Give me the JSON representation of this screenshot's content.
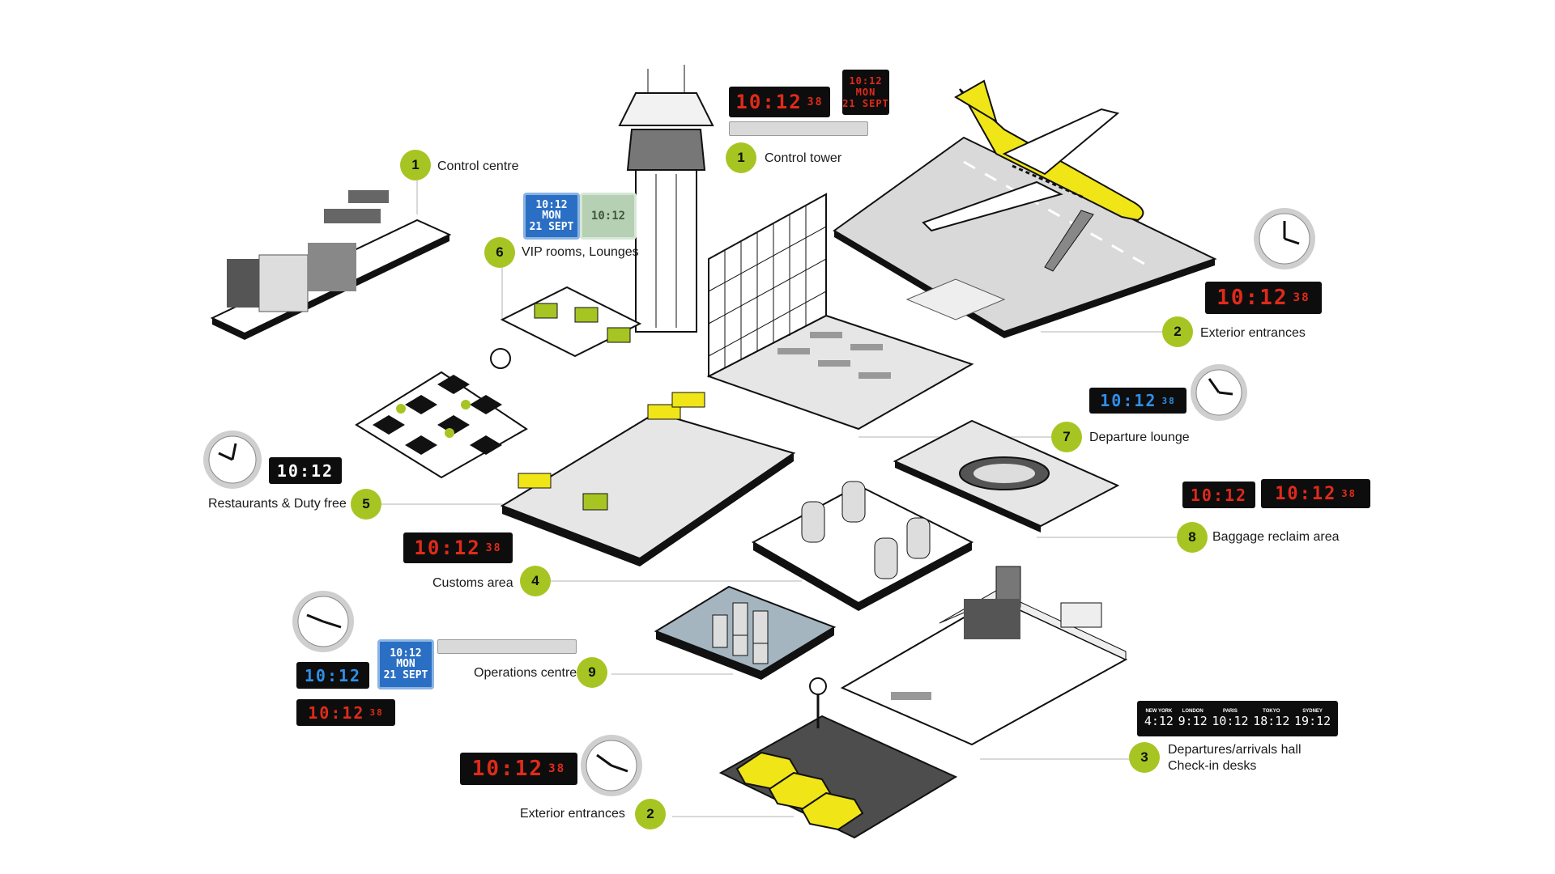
{
  "colors": {
    "accent": "#a6c523",
    "plane": "#f0e516",
    "led_red": "#e02a1a",
    "led_blue": "#2f8fe8"
  },
  "zones": [
    {
      "id": "control-centre",
      "number": "1",
      "label": "Control centre"
    },
    {
      "id": "control-tower",
      "number": "1",
      "label": "Control tower"
    },
    {
      "id": "vip-rooms",
      "number": "6",
      "label": "VIP rooms, Lounges"
    },
    {
      "id": "exterior-entrances-top",
      "number": "2",
      "label": "Exterior entrances"
    },
    {
      "id": "departure-lounge",
      "number": "7",
      "label": "Departure lounge"
    },
    {
      "id": "restaurants",
      "number": "5",
      "label": "Restaurants & Duty free"
    },
    {
      "id": "baggage-reclaim",
      "number": "8",
      "label": "Baggage reclaim area"
    },
    {
      "id": "customs",
      "number": "4",
      "label": "Customs area"
    },
    {
      "id": "operations",
      "number": "9",
      "label": "Operations centre"
    },
    {
      "id": "departures-hall",
      "number": "3",
      "label": "Departures/arrivals hall",
      "label2": "Check-in desks"
    },
    {
      "id": "exterior-entrances-bottom",
      "number": "2",
      "label": "Exterior entrances"
    }
  ],
  "displays": {
    "tower_hms": {
      "time": "10:12",
      "sec": "38"
    },
    "tower_day": {
      "time": "10:12",
      "day": "MON",
      "date": "21 SEPT"
    },
    "vip_blue": {
      "time": "10:12",
      "day": "MON",
      "date": "21 SEPT"
    },
    "vip_green": {
      "time": "10:12"
    },
    "ext_top": {
      "time": "10:12",
      "sec": "38"
    },
    "lounge": {
      "time": "10:12",
      "sec": "38"
    },
    "restaurant": {
      "time": "10:12"
    },
    "baggage_a": {
      "time": "10:12"
    },
    "baggage_b": {
      "time": "10:12",
      "sec": "38"
    },
    "customs": {
      "time": "10:12",
      "sec": "38"
    },
    "ops_blue": {
      "time": "10:12"
    },
    "ops_lcd": {
      "time": "10:12",
      "day": "MON",
      "date": "21 SEPT"
    },
    "ops_red": {
      "time": "10:12",
      "sec": "38"
    },
    "ext_bottom": {
      "time": "10:12",
      "sec": "38"
    },
    "world": [
      {
        "city": "NEW YORK",
        "time": "4:12"
      },
      {
        "city": "LONDON",
        "time": "9:12"
      },
      {
        "city": "PARIS",
        "time": "10:12"
      },
      {
        "city": "TOKYO",
        "time": "18:12"
      },
      {
        "city": "SYDNEY",
        "time": "19:12"
      }
    ]
  }
}
